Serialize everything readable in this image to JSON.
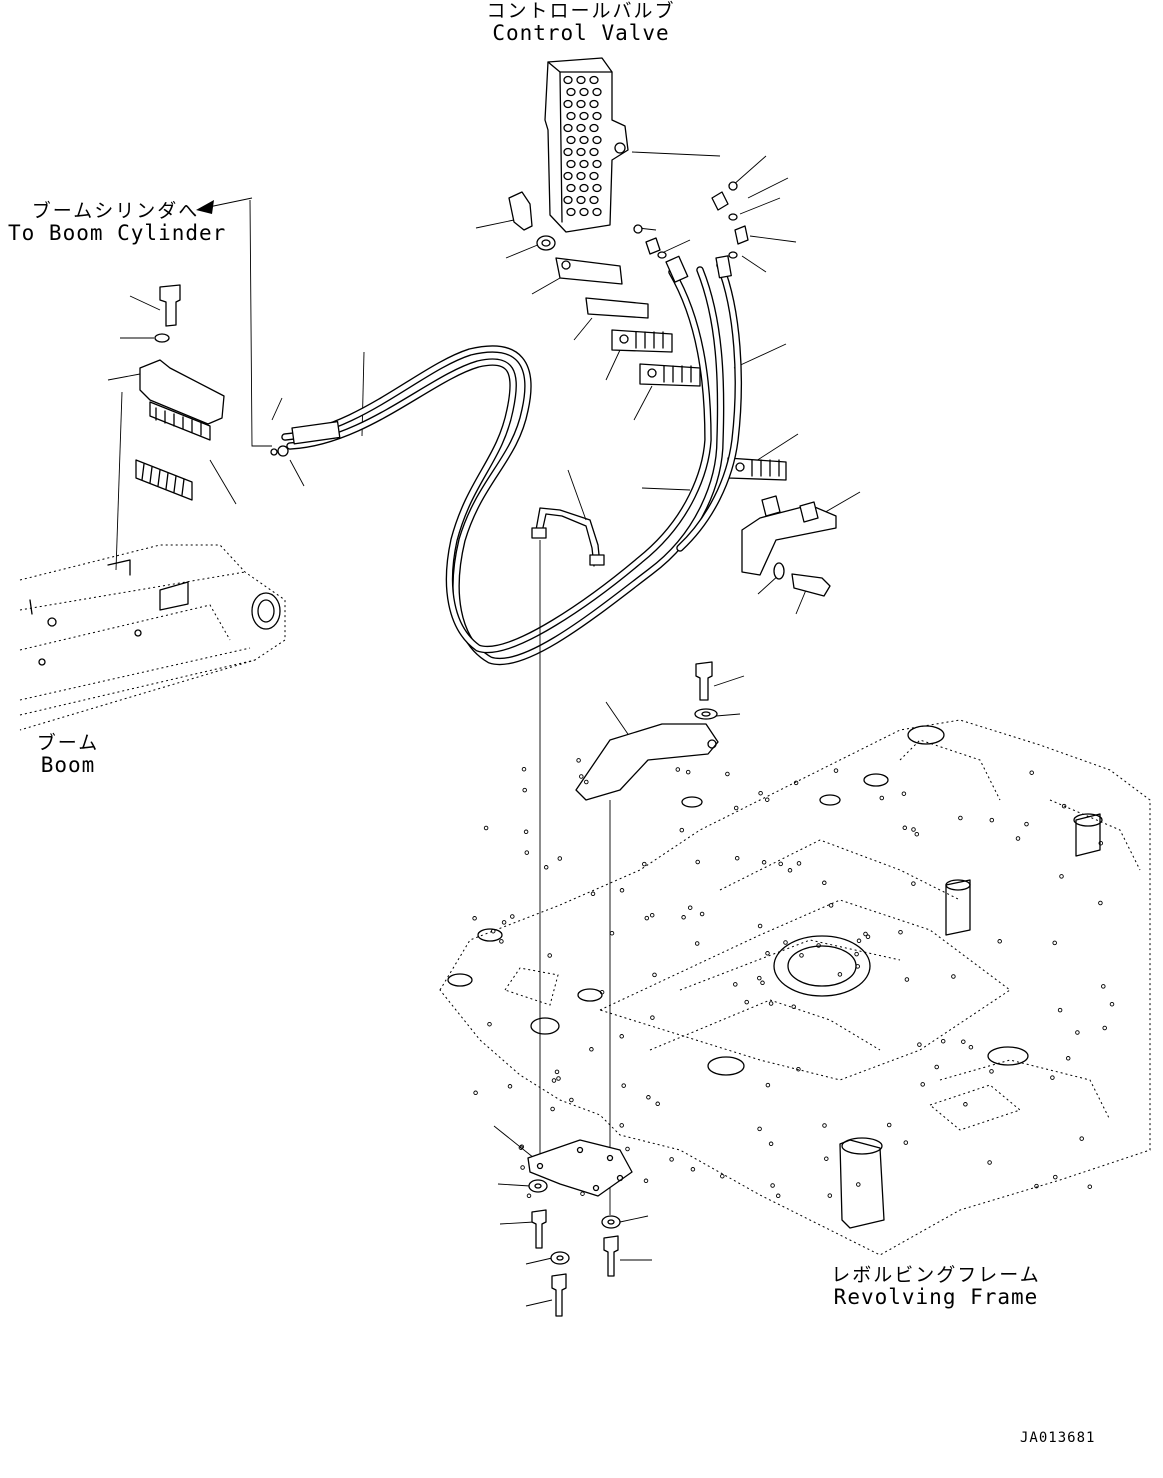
{
  "labels": {
    "control_valve": {
      "jp": "コントロールバルブ",
      "en": "Control Valve"
    },
    "boom_cylinder": {
      "jp": "ブームシリンダへ",
      "en": "To Boom Cylinder"
    },
    "boom": {
      "jp": "ブーム",
      "en": "Boom"
    },
    "revolving_frame": {
      "jp": "レボルビングフレーム",
      "en": "Revolving Frame"
    }
  },
  "drawing_id": "JA013681"
}
